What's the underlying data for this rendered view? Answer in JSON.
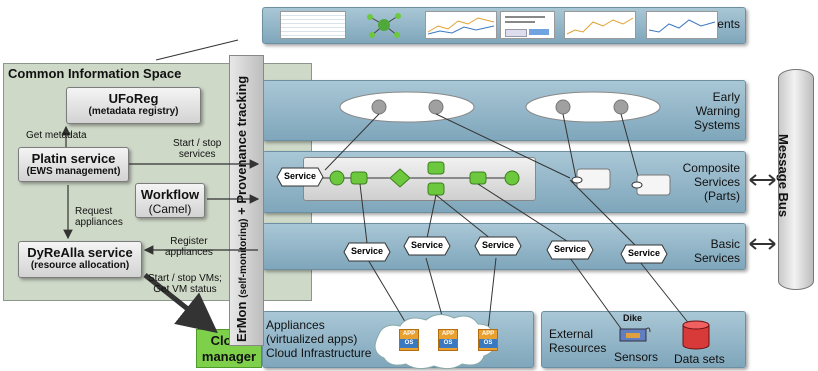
{
  "layers": {
    "clients": "Clients",
    "early_warning": "Early\nWarning\nSystems",
    "composite": "Composite\nServices\n(Parts)",
    "basic": "Basic\nServices",
    "appliances": "Appliances\n(virtualized apps)\nCloud Infrastructure",
    "external": "External\nResources"
  },
  "cis": {
    "title": "Common Information Space"
  },
  "components": {
    "ufo_title": "UFoReg",
    "ufo_sub": "(metadata registry)",
    "platin_title": "Platin service",
    "platin_sub": "(EWS management)",
    "workflow_title": "Workflow",
    "workflow_sub": "(Camel)",
    "dyre_title": "DyReAlla service",
    "dyre_sub": "(resource allocation)",
    "cloud_manager": "Cloud\nmanager"
  },
  "arrows": {
    "get_metadata": "Get metadata",
    "start_stop_services": "Start / stop\nservices",
    "request_appliances": "Request\nappliances",
    "register_appliances": "Register\nappliances",
    "start_stop_vms": "Start / stop VMs;\nGet VM status"
  },
  "vertical": {
    "ermon": "ErMon",
    "ermon_sub": "(self-monitoring)",
    "provenance": "+ Provenance tracking",
    "message_bus": "Message Bus"
  },
  "service_label": "Service",
  "app_icon": {
    "top": "APP",
    "bottom": "OS"
  },
  "external_items": {
    "dike": "Dike",
    "sensors": "Sensors",
    "datasets": "Data sets"
  },
  "colors": {
    "layer": "#8fb2c5",
    "cis": "#cfd8c6",
    "cloud_manager": "#7ed04b",
    "node": "#6cc83c"
  }
}
